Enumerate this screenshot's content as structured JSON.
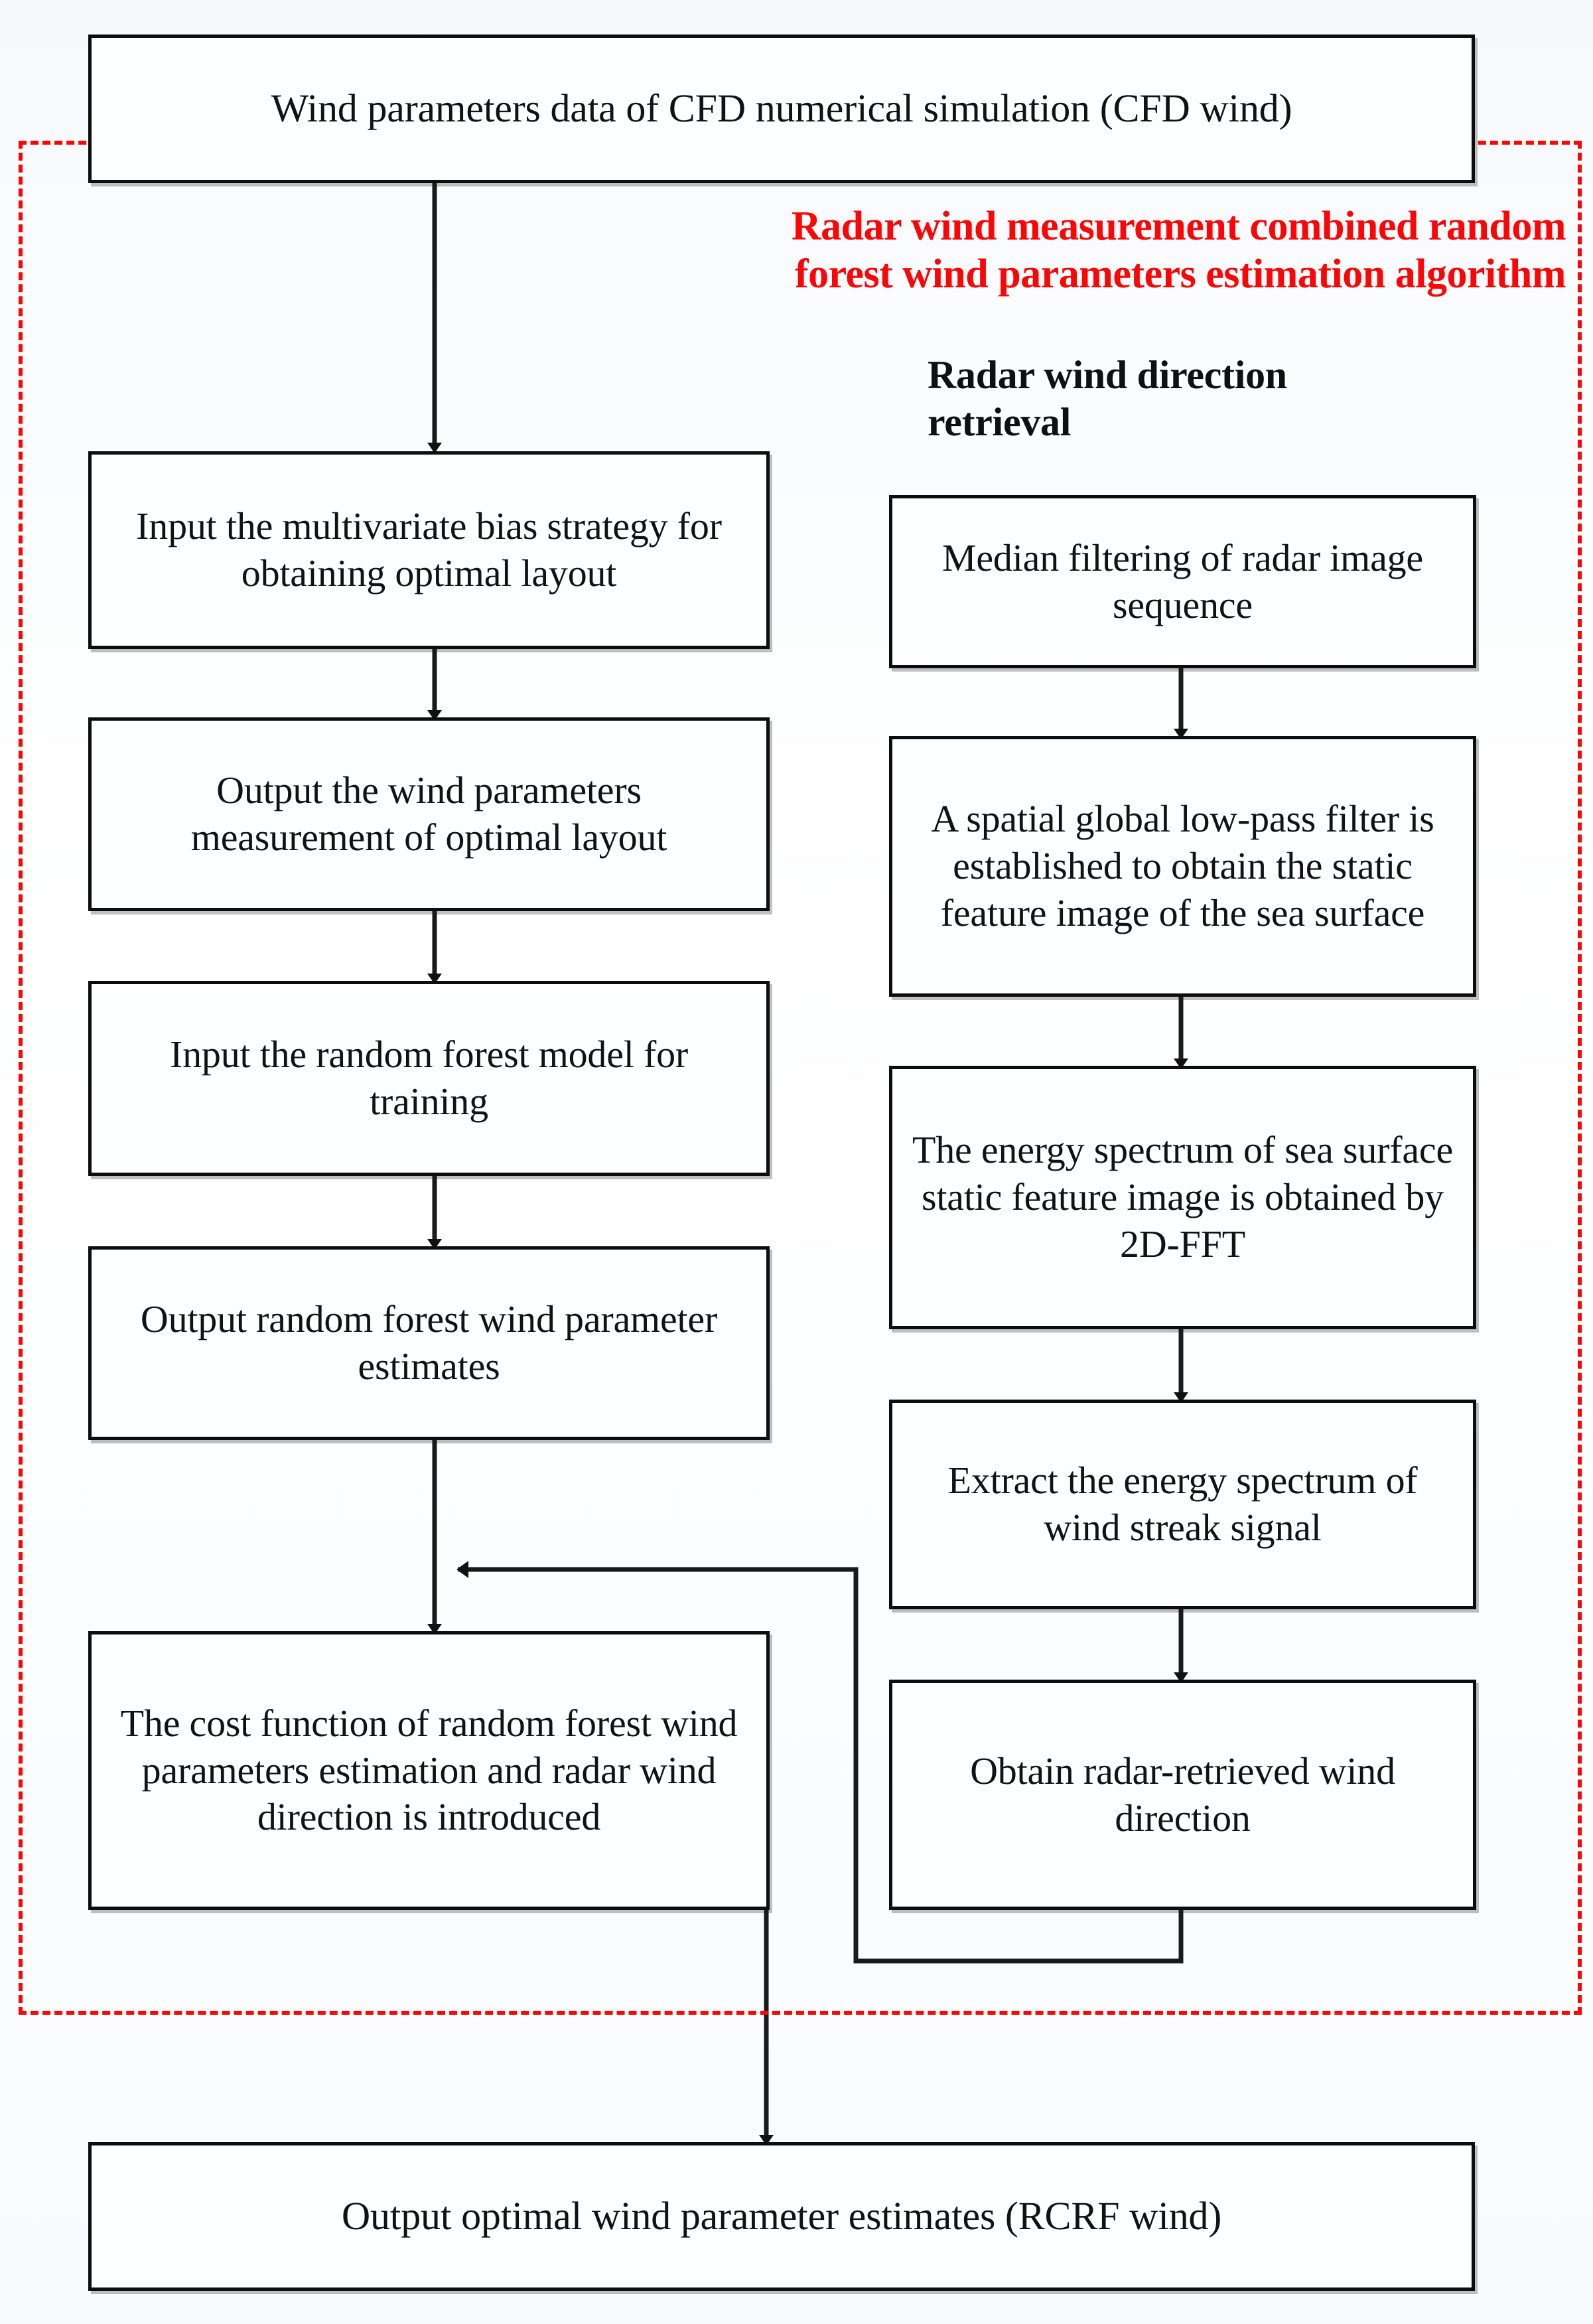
{
  "diagram": {
    "title": "Radar wind measurement combined random forest wind parameters estimation algorithm flowchart",
    "region_label_line1": "Radar wind measurement combined random",
    "region_label_line2": "forest wind parameters estimation algorithm",
    "region_label_color": "#fb0505",
    "column_title_right_line1": "Radar wind direction",
    "column_title_right_line2": "retrieval",
    "box_border_color": "#0d0d0d",
    "box_fill_color": "#fdfeff",
    "edge_color": "#1a1a1a"
  },
  "nodes": {
    "top_input": "Wind parameters data of CFD numerical simulation  (CFD wind)",
    "left": [
      "Input the multivariate bias strategy for obtaining optimal layout",
      "Output the wind parameters measurement of optimal layout",
      "Input the random forest model for training",
      "Output random forest wind parameter estimates",
      "The cost function of random forest wind parameters estimation and radar wind direction is introduced"
    ],
    "right": [
      "Median filtering of radar image sequence",
      "A spatial global low-pass filter is established to obtain the static feature image of the sea surface",
      "The energy spectrum of sea surface static feature image is obtained by 2D-FFT",
      "Extract the energy spectrum of wind streak signal",
      "Obtain radar-retrieved wind direction"
    ],
    "bottom_output": "Output optimal wind parameter estimates (RCRF wind)"
  },
  "edges": [
    {
      "from": "top_input",
      "to": "left.0",
      "type": "vertical-arrow"
    },
    {
      "from": "left.0",
      "to": "left.1",
      "type": "vertical-arrow"
    },
    {
      "from": "left.1",
      "to": "left.2",
      "type": "vertical-arrow"
    },
    {
      "from": "left.2",
      "to": "left.3",
      "type": "vertical-arrow"
    },
    {
      "from": "left.3",
      "to": "left.4",
      "type": "vertical-arrow"
    },
    {
      "from": "right.0",
      "to": "right.1",
      "type": "vertical-arrow"
    },
    {
      "from": "right.1",
      "to": "right.2",
      "type": "vertical-arrow"
    },
    {
      "from": "right.2",
      "to": "right.3",
      "type": "vertical-arrow"
    },
    {
      "from": "right.3",
      "to": "right.4",
      "type": "vertical-arrow"
    },
    {
      "from": "right.4",
      "to": "left.4",
      "type": "elbow-arrow-left"
    },
    {
      "from": "left.4",
      "to": "bottom_output",
      "type": "vertical-arrow"
    }
  ]
}
